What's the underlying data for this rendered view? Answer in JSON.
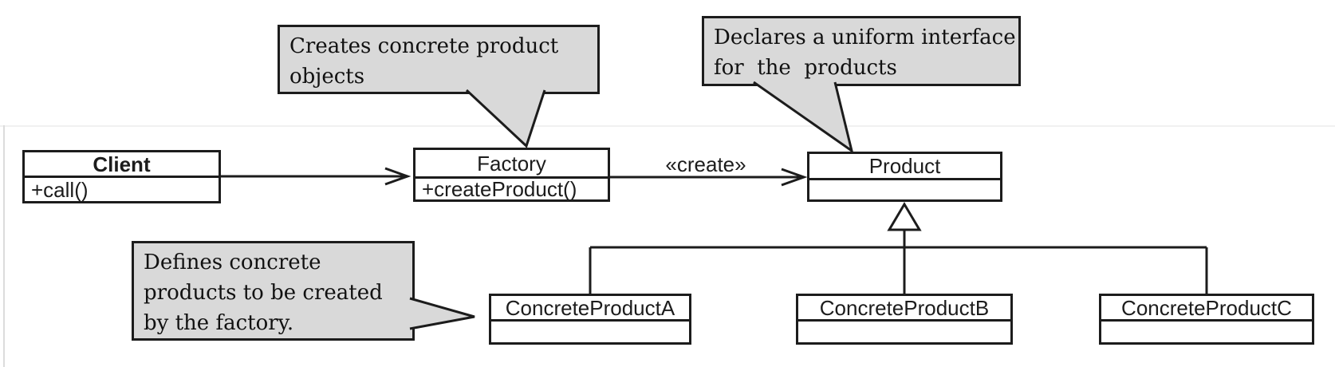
{
  "diagram_type": "uml-class-diagram",
  "pattern": "Factory",
  "labels": {
    "create_stereotype": "«create»"
  },
  "classes": {
    "client": {
      "name": "Client",
      "method": "+call()"
    },
    "factory": {
      "name": "Factory",
      "method": "+createProduct()"
    },
    "product": {
      "name": "Product",
      "method": ""
    },
    "concrete_a": {
      "name": "ConcreteProductA",
      "method": ""
    },
    "concrete_b": {
      "name": "ConcreteProductB",
      "method": ""
    },
    "concrete_c": {
      "name": "ConcreteProductC",
      "method": ""
    }
  },
  "callouts": {
    "factory_note": {
      "text": "Creates concrete product objects",
      "lines": [
        "Creates concrete product",
        "objects"
      ]
    },
    "product_note": {
      "text": "Declares a uniform interface for the products",
      "lines": [
        "Declares a uniform interface",
        "for  the  products"
      ]
    },
    "concrete_note": {
      "text": "Defines concrete products to be created by the factory.",
      "lines": [
        "Defines concrete",
        "products to be created",
        "by the factory."
      ]
    }
  },
  "relationships": [
    {
      "from": "Client",
      "to": "Factory",
      "type": "association",
      "label": ""
    },
    {
      "from": "Factory",
      "to": "Product",
      "type": "dependency",
      "label": "«create»"
    },
    {
      "from": "ConcreteProductA",
      "to": "Product",
      "type": "generalization",
      "label": ""
    },
    {
      "from": "ConcreteProductB",
      "to": "Product",
      "type": "generalization",
      "label": ""
    },
    {
      "from": "ConcreteProductC",
      "to": "Product",
      "type": "generalization",
      "label": ""
    }
  ],
  "colors": {
    "background": "#ffffff",
    "callout_fill": "#d9d9d9",
    "line": "#1c1c1c",
    "class_fill": "#ffffff"
  }
}
